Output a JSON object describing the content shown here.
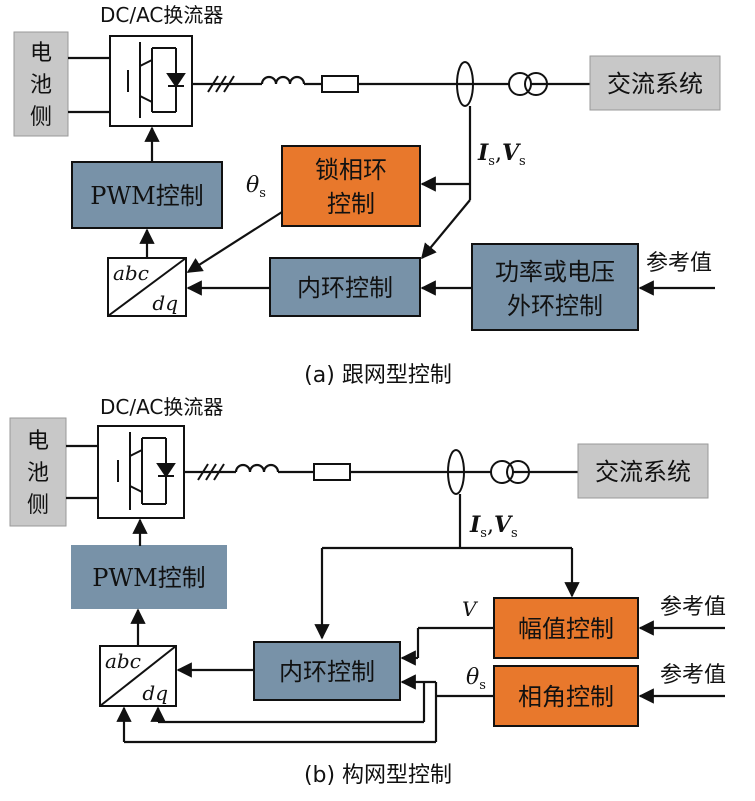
{
  "colors": {
    "gray_box": "#c8c8c8",
    "blue_box": "#7892a8",
    "orange_box": "#e8782c",
    "line": "#111111"
  },
  "a": {
    "converter_title": "DC/AC换流器",
    "battery_label": "电池侧",
    "battery_chars": [
      "电",
      "池",
      "侧"
    ],
    "ac_system": "交流系统",
    "pll": [
      "锁相环",
      "控制"
    ],
    "pwm": "PWM控制",
    "abc": "abc",
    "dq": "dq",
    "inner_loop": "内环控制",
    "outer_loop": [
      "功率或电压",
      "外环控制"
    ],
    "ref": "参考值",
    "theta": "θ",
    "theta_sub": "s",
    "is_label": "I",
    "is_sub": "s",
    "vs_label": "V",
    "vs_sub": "s",
    "caption": "(a) 跟网型控制"
  },
  "b": {
    "converter_title": "DC/AC换流器",
    "battery_chars": [
      "电",
      "池",
      "侧"
    ],
    "ac_system": "交流系统",
    "pwm": "PWM控制",
    "abc": "abc",
    "dq": "dq",
    "inner_loop": "内环控制",
    "amp_ctrl": "幅值控制",
    "phase_ctrl": "相角控制",
    "ref1": "参考值",
    "ref2": "参考值",
    "v_label": "V",
    "theta": "θ",
    "theta_sub": "s",
    "is_label": "I",
    "is_sub": "s",
    "vs_label": "V",
    "vs_sub": "s",
    "caption": "(b) 构网型控制"
  }
}
